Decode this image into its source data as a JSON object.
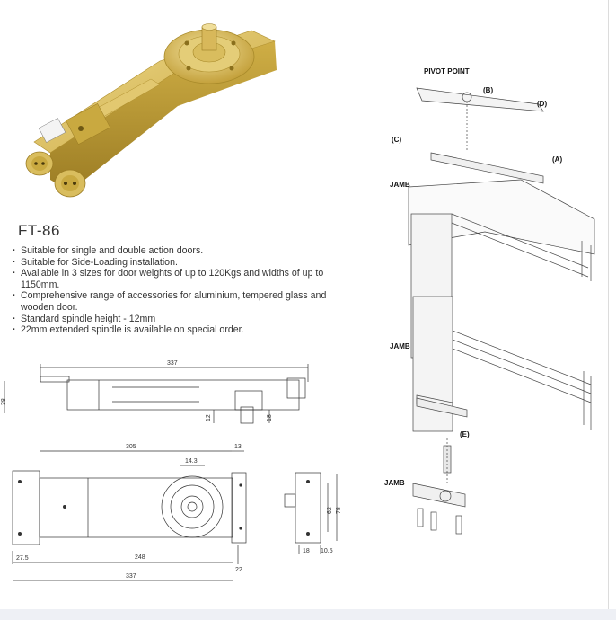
{
  "product": {
    "model": "FT-86",
    "features": [
      "Suitable for single and double action doors.",
      "Suitable for Side-Loading installation.",
      "Available in 3 sizes for door weights of up to 120Kgs and widths of up to 1150mm.",
      "Comprehensive range of accessories for aluminium, tempered glass and wooden door.",
      "Standard spindle height - 12mm",
      "22mm extended spindle is available on special order."
    ]
  },
  "side_view": {
    "overall_length": "337",
    "height": "38",
    "spindle_h1": "12",
    "spindle_h2": "18"
  },
  "top_view": {
    "length_to_spindle": "305",
    "end_margin": "13",
    "spindle_dia": "14.3",
    "left_offset": "27.5",
    "hole_spacing": "248",
    "edge": "22",
    "overall_length": "337"
  },
  "end_view": {
    "height_a": "62",
    "height_b": "78",
    "width_a": "18",
    "width_b": "10.5"
  },
  "exploded": {
    "pivot_point_label": "PIVOT POINT",
    "part_b": "(B)",
    "part_d": "(D)",
    "part_c": "(C)",
    "part_a": "(A)",
    "part_e": "(E)",
    "jamb_top": "JAMB",
    "jamb_mid": "JAMB",
    "jamb_bottom": "JAMB"
  },
  "colors": {
    "brass": "#d4b44c",
    "brass_dark": "#a88a2a",
    "brass_light": "#ecd98a",
    "line": "#333333"
  }
}
